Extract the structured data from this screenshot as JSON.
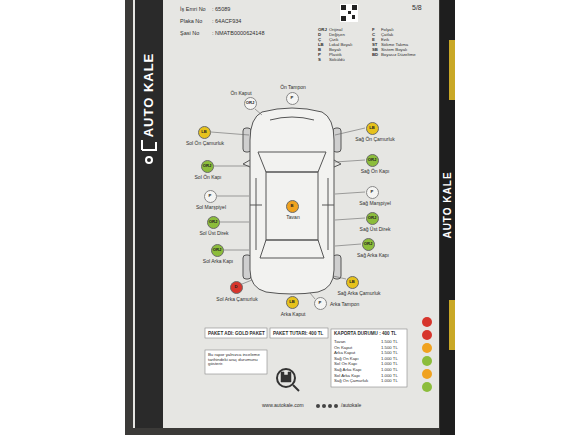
{
  "diagram": {
    "nodes": [
      {
        "text": [
          "Ön Tampon",
          "P"
        ]
      },
      {
        "text": [
          "Ön Kaput",
          "ORJ"
        ]
      },
      {
        "text": [
          "Sol Ön Çamurluk",
          "LB"
        ]
      },
      {
        "text": [
          "Sağ Ön Çamurluk",
          "LB"
        ]
      },
      {
        "text": [
          "Sol Ön Kapı",
          "ORJ"
        ]
      },
      {
        "text": [
          "Sağ Ön Kapı",
          "ORJ"
        ]
      },
      {
        "text": [
          "Sol Marşpiyel",
          "P"
        ]
      },
      {
        "text": [
          "Sağ Marşpiyel",
          "P"
        ]
      },
      {
        "text": [
          "Tavan",
          "B"
        ]
      },
      {
        "text": [
          "Sol Üst Direk",
          "ORJ"
        ]
      },
      {
        "text": [
          "Sağ Üst Direk",
          "ORJ"
        ]
      },
      {
        "text": [
          "Sol Arka Kapı",
          "ORJ"
        ]
      },
      {
        "text": [
          "Sağ Arka Kapı",
          "ORJ"
        ]
      },
      {
        "text": [
          "Sol Arka Çamurluk",
          "D"
        ]
      },
      {
        "text": [
          "Sağ Arka Çamurluk",
          "LB"
        ]
      },
      {
        "text": [
          "Arka Kaput",
          "LB"
        ]
      },
      {
        "text": [
          "Arka Tampon",
          "P"
        ]
      }
    ],
    "labels": [
      "İş Emri No",
      ": 65089",
      "Plaka No",
      ": 64ACF934",
      "Şasi No",
      ": NMATB0000624148",
      "5/8",
      "ORJ",
      "Orijinal",
      "D",
      "Değişen",
      "Ç",
      "Çizik",
      "LB",
      "Lokal Boyalı",
      "B",
      "Boyalı",
      "P",
      "Plastik",
      "S",
      "Söküldü",
      "F",
      "Folyalı",
      "C",
      "Çatlak",
      "E",
      "Ezik",
      "ST",
      "Sökme Takma",
      "SB",
      "Sistem Boyalı",
      "BD",
      "Boyasız Düzeltme",
      "AUTO KALE",
      "AUTO KALE",
      "PAKET ADI: GOLD PAKET",
      "PAKET TUTARI: 400 TL",
      "KAPORTA DURUMU : 400 TL",
      "Tavan",
      "1.500 TL",
      "Ön Kaput",
      "1.500 TL",
      "Arka Kaput",
      "1.500 TL",
      "Sağ Ön Kapı",
      "1.000 TL",
      "Sol Ön Kapı",
      "1.000 TL",
      "Sağ Arka Kapı",
      "1.000 TL",
      "Sol Arka Kapı",
      "1.000 TL",
      "Sağ Ön Çamurluk",
      "1.000 TL",
      "Bu rapor yalnızca inceleme tarihindeki araç durumunu gösterir.",
      "www.autokale.com",
      "/autokale"
    ]
  }
}
